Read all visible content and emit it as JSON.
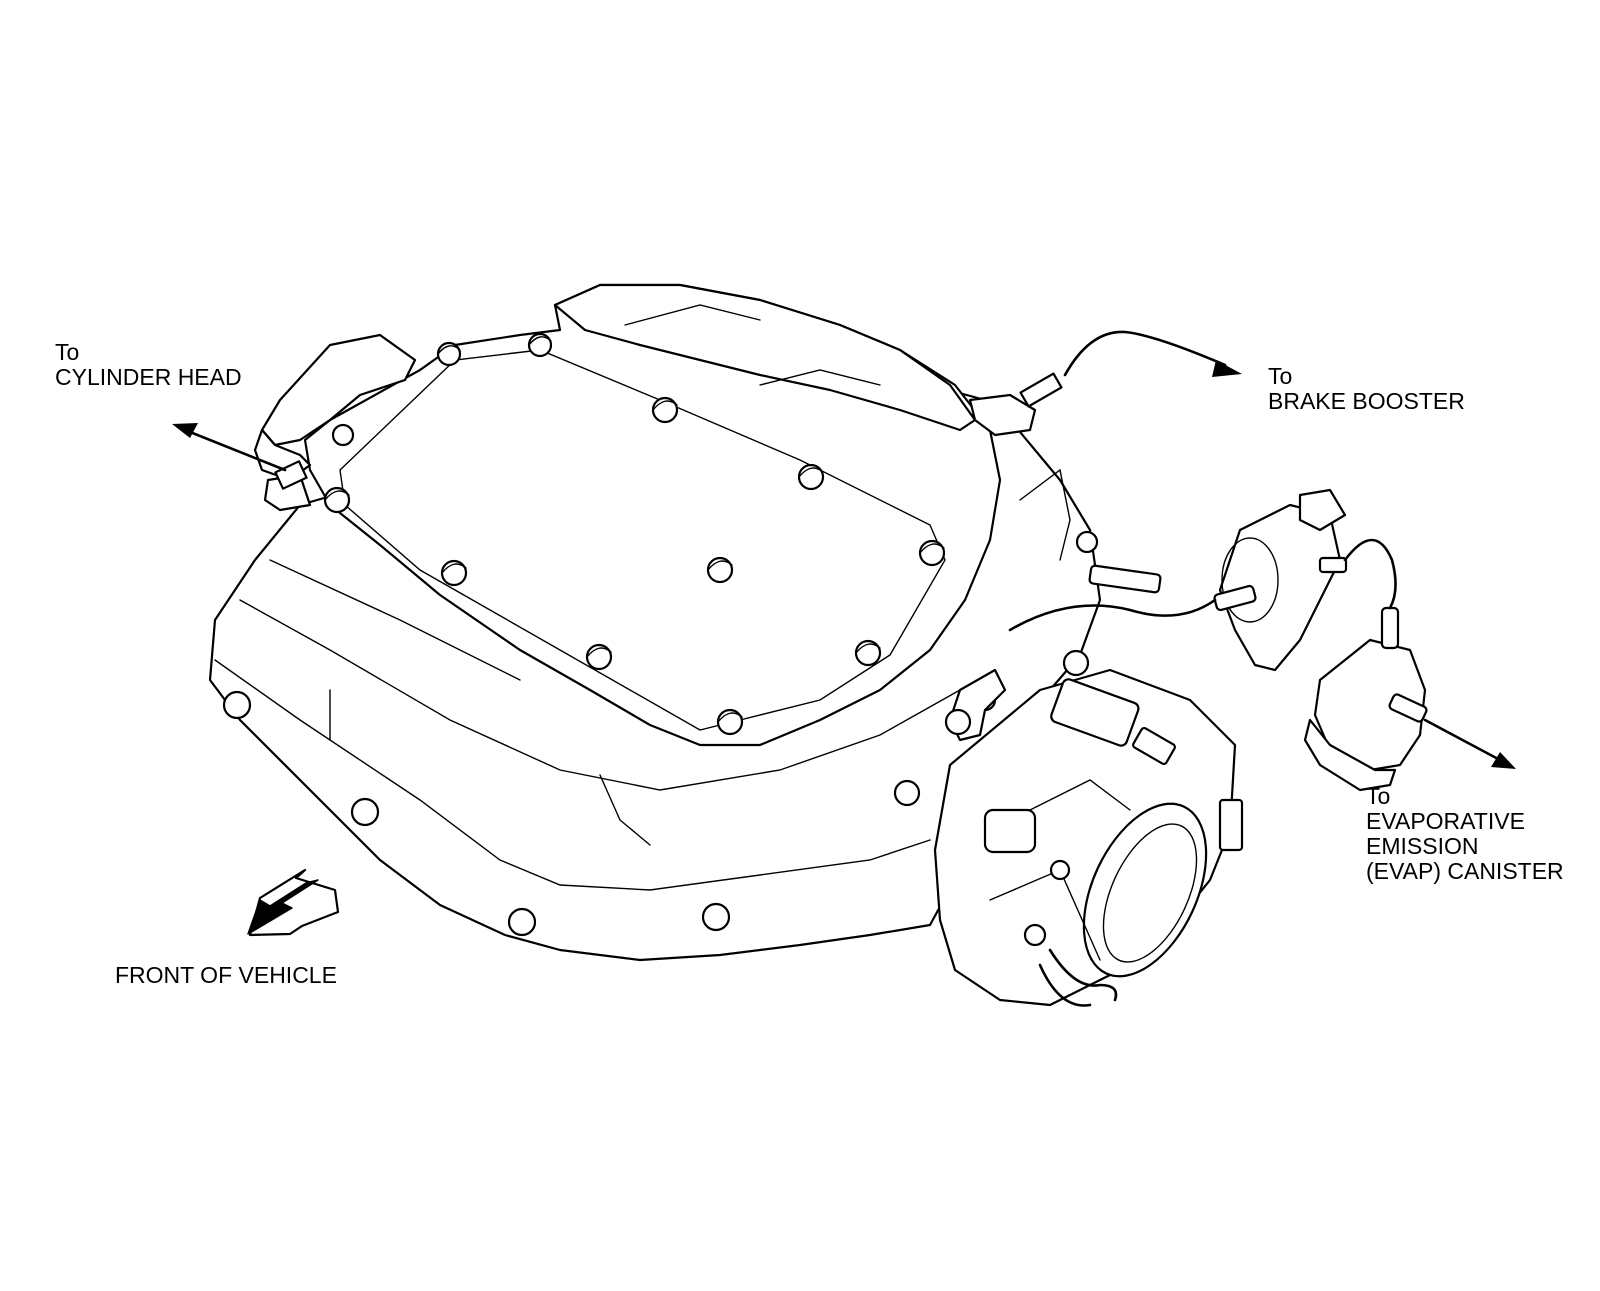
{
  "labels": {
    "cylinder_head": {
      "line1": "To",
      "line2": "CYLINDER HEAD"
    },
    "brake_booster": {
      "line1": "To",
      "line2": "BRAKE BOOSTER"
    },
    "evap_canister": {
      "line1": "To",
      "line2": "EVAPORATIVE",
      "line3": "EMISSION",
      "line4": "(EVAP) CANISTER"
    },
    "front_of_vehicle": "FRONT OF VEHICLE"
  },
  "colors": {
    "line": "#000000",
    "background": "#ffffff"
  },
  "icons": {
    "direction_arrow": "front-arrow-icon"
  }
}
